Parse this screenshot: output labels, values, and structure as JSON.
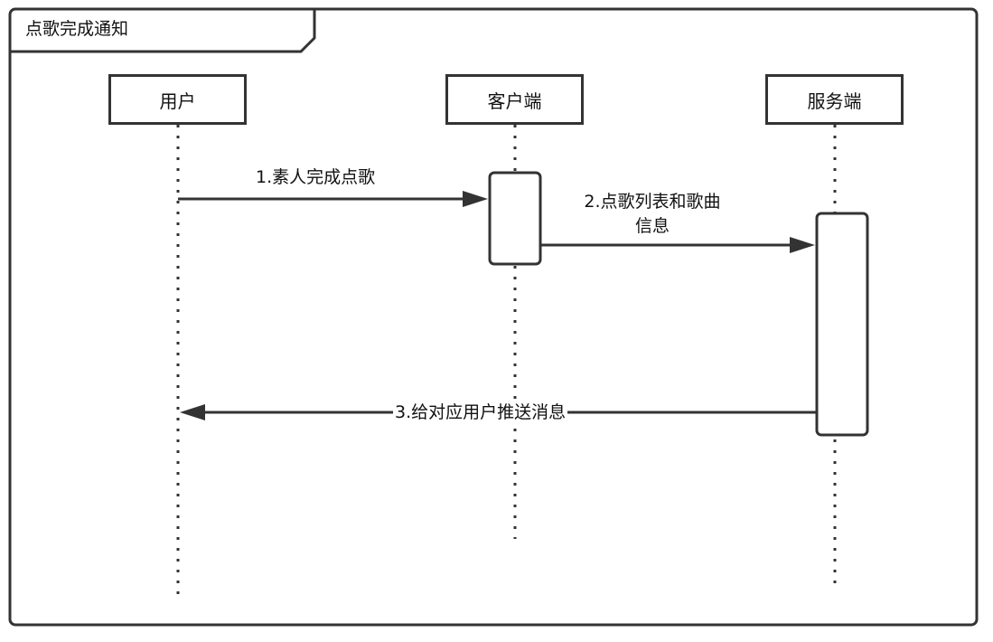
{
  "frame": {
    "title": "点歌完成通知"
  },
  "lifelines": [
    {
      "id": "user",
      "label": "用户"
    },
    {
      "id": "client",
      "label": "客户端"
    },
    {
      "id": "server",
      "label": "服务端"
    }
  ],
  "messages": [
    {
      "number": 1,
      "from": "user",
      "to": "client",
      "label": "1.素人完成点歌",
      "style": "sync"
    },
    {
      "number": 2,
      "from": "client",
      "to": "server",
      "label_lines": [
        "2.点歌列表和歌曲",
        "信息"
      ],
      "style": "sync"
    },
    {
      "number": 3,
      "from": "server",
      "to": "user",
      "label": "3.给对应用户推送消息",
      "style": "sync"
    }
  ],
  "colors": {
    "line": "#333333",
    "background": "#ffffff"
  }
}
